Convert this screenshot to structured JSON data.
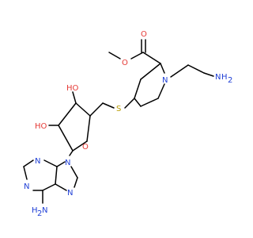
{
  "colors": {
    "carbon": "#000000",
    "oxygen": "#e53935",
    "nitrogen": "#1f3fd6",
    "sulfur": "#b89b00",
    "hydrogen_suffix": "#1f3fd6",
    "background": "#ffffff"
  },
  "labels": {
    "ester_carbonyl_o": "O",
    "ester_o": "O",
    "piperidine_n": "N",
    "amine_n": "N",
    "amine_h": "H",
    "amine_h2": "2",
    "sulfur": "S",
    "oh_upper": "HO",
    "oh_lower": "HO",
    "ribose_o": "O",
    "purine_n9": "N",
    "purine_n3": "N",
    "purine_n1": "N",
    "purine_n7": "N",
    "amino_n": "N",
    "amino_h": "H",
    "amino_h2": "2"
  }
}
